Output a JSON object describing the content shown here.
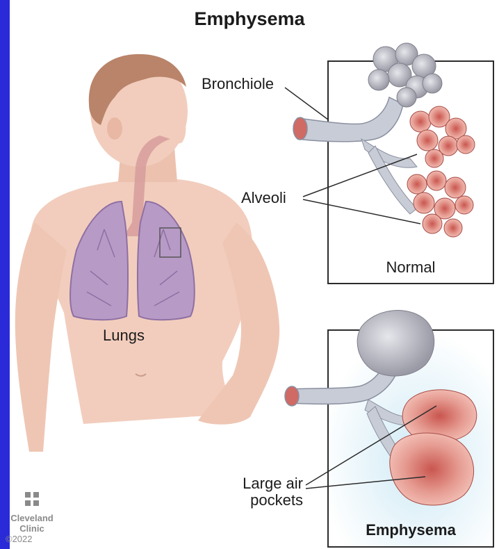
{
  "title": "Emphysema",
  "labels": {
    "bronchiole": "Bronchiole",
    "alveoli": "Alveoli",
    "lungs": "Lungs",
    "normal": "Normal",
    "emphysema_box": "Emphysema",
    "large_air_pockets_line1": "Large air",
    "large_air_pockets_line2": "pockets"
  },
  "credit": {
    "org_line1": "Cleveland",
    "org_line2": "Clinic",
    "year": "©2022"
  },
  "colors": {
    "frame": "#2a2ad9",
    "background": "#ffffff",
    "skin": "#f2cdbd",
    "lung": "#b79bc6",
    "alveoli": "#e7a399",
    "bronchiole": "#c8ccd6",
    "emphysema_glow": "#d6edf6"
  }
}
